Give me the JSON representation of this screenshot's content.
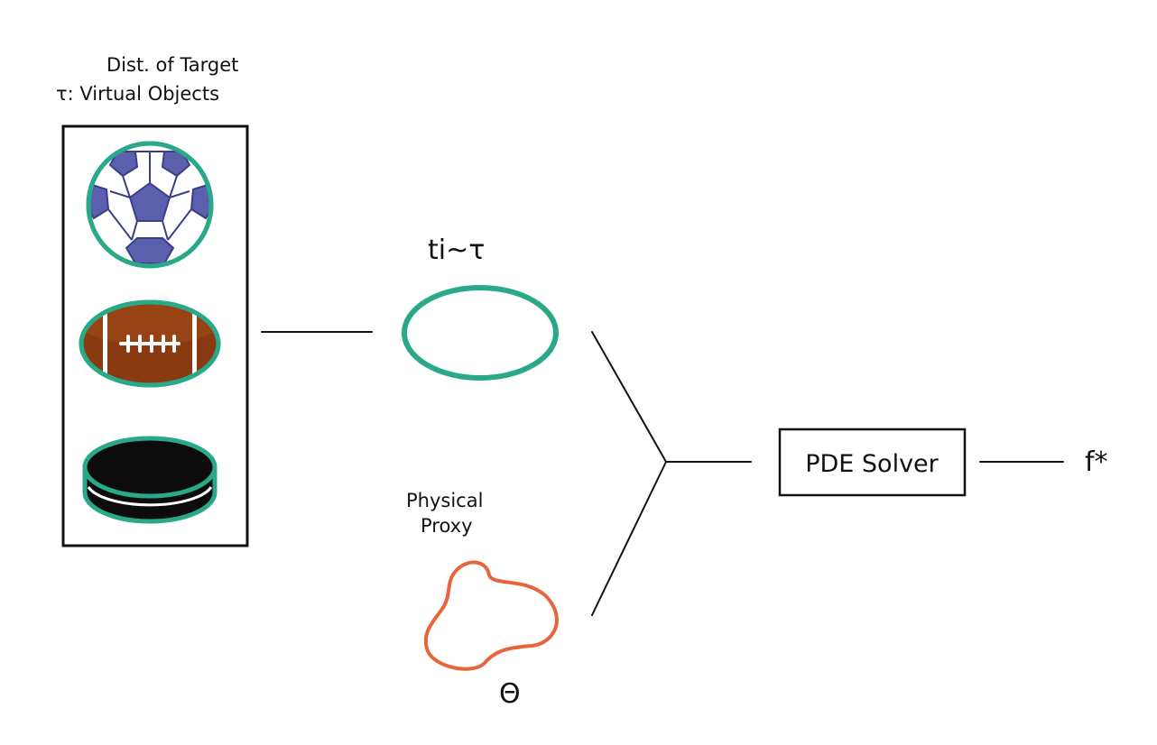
{
  "target_caption": {
    "line1": "Dist. of Target",
    "line2": "τ: Virtual Objects"
  },
  "sample_label": "ti~τ",
  "proxy_caption": {
    "line1": "Physical",
    "line2": "Proxy"
  },
  "theta_label": "Θ",
  "solver_label": "PDE Solver",
  "output_label": "f*",
  "colors": {
    "outline_teal": "#2aa88a",
    "proxy_orange": "#e8643c",
    "soccer_blue": "#5a5fae",
    "football_brown": "#8a3a10",
    "puck_black": "#0c0c0c",
    "line": "#111111"
  },
  "icons": [
    "soccer-ball-icon",
    "football-icon",
    "hockey-puck-icon"
  ]
}
